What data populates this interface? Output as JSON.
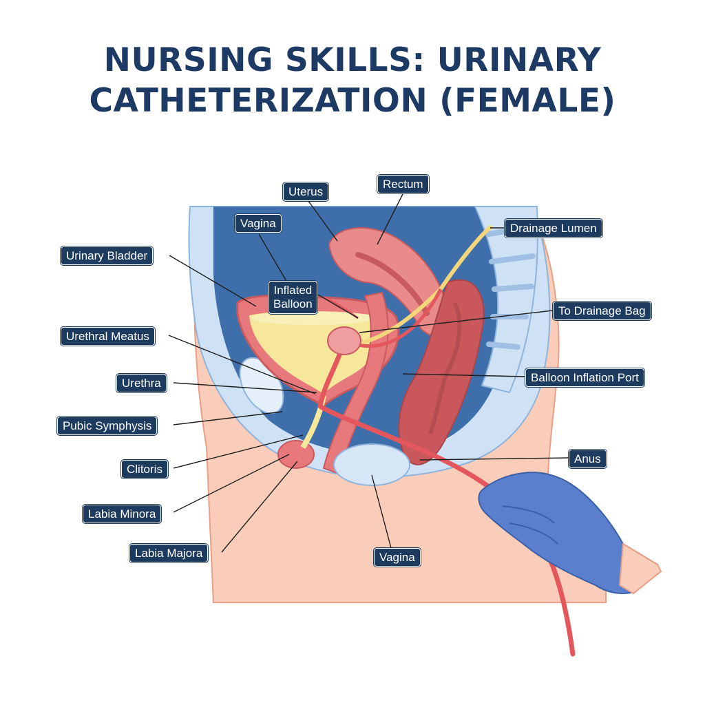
{
  "title": {
    "line1": "NURSING SKILLS: URINARY",
    "line2": "CATHETERIZATION (FEMALE)"
  },
  "labels": {
    "uterus": "Uterus",
    "rectum": "Rectum",
    "vagina_upper": "Vagina",
    "drainage_lumen": "Drainage Lumen",
    "urinary_bladder": "Urinary Bladder",
    "inflated_balloon_line1": "Inflated",
    "inflated_balloon_line2": "Balloon",
    "to_drainage_bag": "To Drainage Bag",
    "urethral_meatus": "Urethral Meatus",
    "urethra": "Urethra",
    "balloon_inflation_port": "Balloon Inflation Port",
    "pubic_symphysis": "Pubic Symphysis",
    "anus": "Anus",
    "clitoris": "Clitoris",
    "labia_minora": "Labia Minora",
    "labia_majora": "Labia Majora",
    "vagina_lower": "Vagina"
  },
  "colors": {
    "title": "#1c3a63",
    "label_bg": "#1d3a5f",
    "label_text": "#ffffff",
    "skin": "#f9cdb9",
    "pelvis_light": "#cfe2f5",
    "pelvis_dark": "#3f6fab",
    "organ_pink": "#e7797c",
    "urine": "#f6e79b",
    "catheter": "#e3575d",
    "glove": "#5a7fcd"
  }
}
